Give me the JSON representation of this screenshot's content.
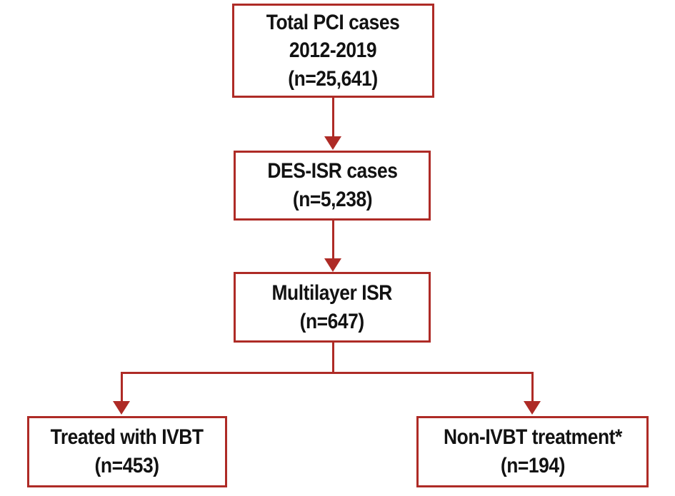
{
  "diagram": {
    "type": "flowchart",
    "line_color": "#AE2B26",
    "text_color": "#121212",
    "background_color": "#FFFFFF",
    "nodes": {
      "total": {
        "line1": "Total PCI cases",
        "line2": "2012-2019",
        "line3": "(n=25,641)"
      },
      "des_isr": {
        "line1": "DES-ISR cases",
        "line2": "(n=5,238)"
      },
      "multilayer": {
        "line1": "Multilayer ISR",
        "line2": "(n=647)"
      },
      "ivbt": {
        "line1": "Treated with IVBT",
        "line2": "(n=453)"
      },
      "non_ivbt": {
        "line1": "Non-IVBT treatment*",
        "line2": "(n=194)"
      }
    }
  }
}
